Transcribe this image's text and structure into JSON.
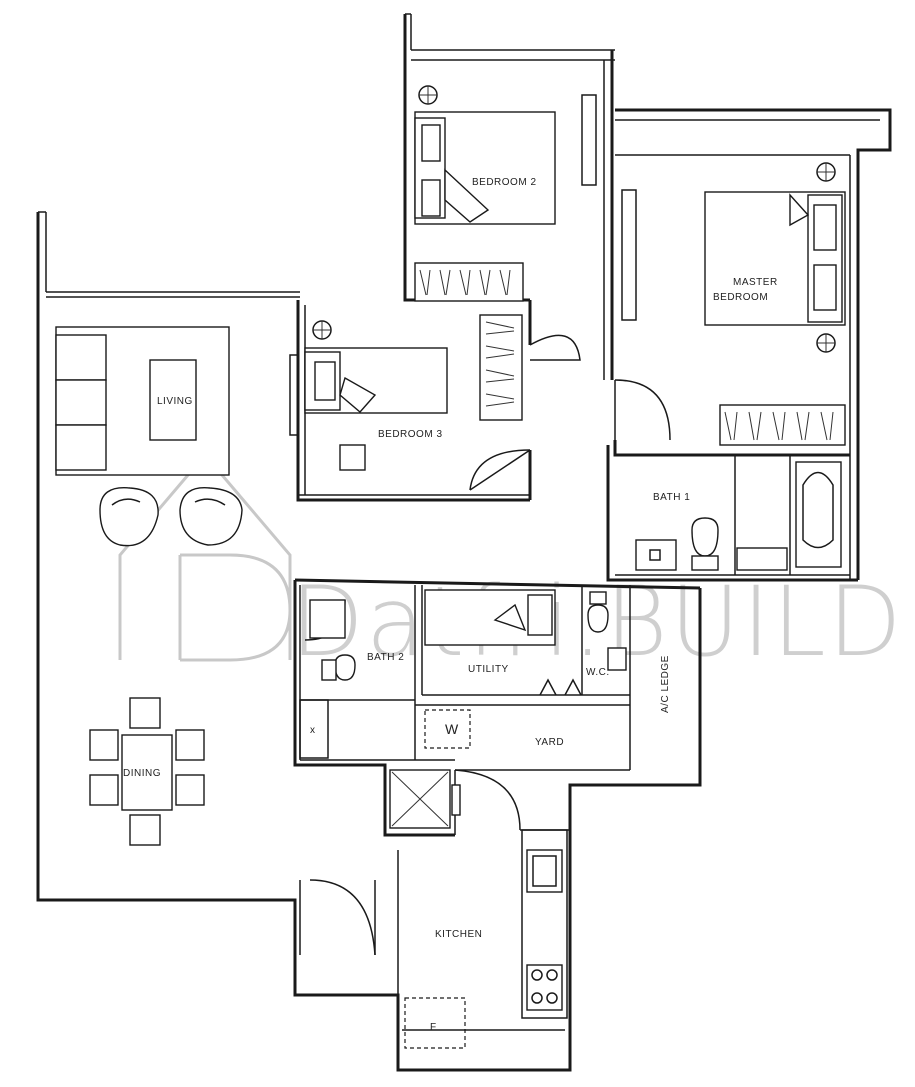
{
  "rooms": {
    "bedroom2": "BEDROOM 2",
    "master": [
      "MASTER",
      "BEDROOM"
    ],
    "living": "LIVING",
    "bedroom3": "BEDROOM 3",
    "bath1": "BATH 1",
    "bath2": "BATH 2",
    "utility": "UTILITY",
    "wc": "W.C.",
    "yard": "YARD",
    "acledge": "A/C LEDGE",
    "dining": "DINING",
    "kitchen": "KITCHEN"
  },
  "fixtures": {
    "washer": "W",
    "fridge": "F"
  },
  "watermark": {
    "text": "Datfri.BUILD"
  }
}
